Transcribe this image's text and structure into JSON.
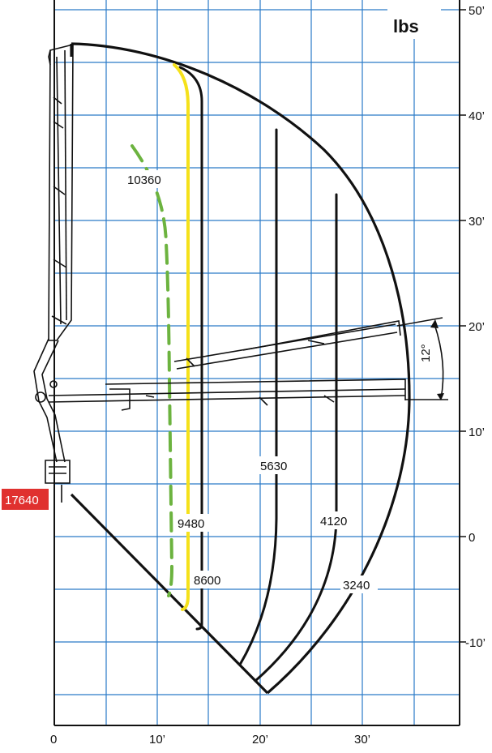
{
  "unit_label": "lbs",
  "x_ticks": [
    "0",
    "10’",
    "20’",
    "30’"
  ],
  "y_ticks": [
    "50’",
    "40’",
    "30’",
    "20’",
    "10’",
    "0",
    "-10’"
  ],
  "angle_label": "12°",
  "capacities": {
    "c17640": "17640",
    "c10360": "10360",
    "c9480": "9480",
    "c8600": "8600",
    "c5630": "5630",
    "c4120": "4120",
    "c3240": "3240"
  },
  "colors": {
    "grid": "#2a7ac8",
    "envelope": "#111111",
    "yellow_curve": "#f5e11a",
    "green_curve": "#6cb33f",
    "red_badge": "#e0312f"
  }
}
